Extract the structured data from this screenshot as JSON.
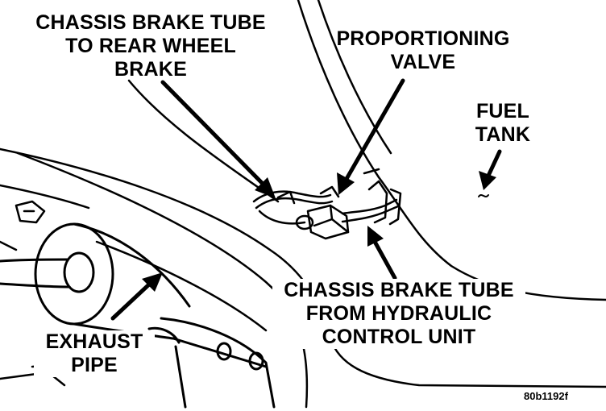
{
  "labels": {
    "rear_tube": [
      "CHASSIS BRAKE TUBE",
      "TO REAR WHEEL",
      "BRAKE"
    ],
    "proportioning_valve": [
      "PROPORTIONING",
      "VALVE"
    ],
    "fuel_tank": [
      "FUEL",
      "TANK"
    ],
    "hcu_tube": [
      "CHASSIS BRAKE TUBE",
      "FROM HYDRAULIC",
      "CONTROL UNIT"
    ],
    "exhaust_pipe": [
      "EXHAUST",
      "PIPE"
    ]
  },
  "figure_code": "80b1192f",
  "colors": {
    "ink": "#000000",
    "paper": "#ffffff"
  }
}
